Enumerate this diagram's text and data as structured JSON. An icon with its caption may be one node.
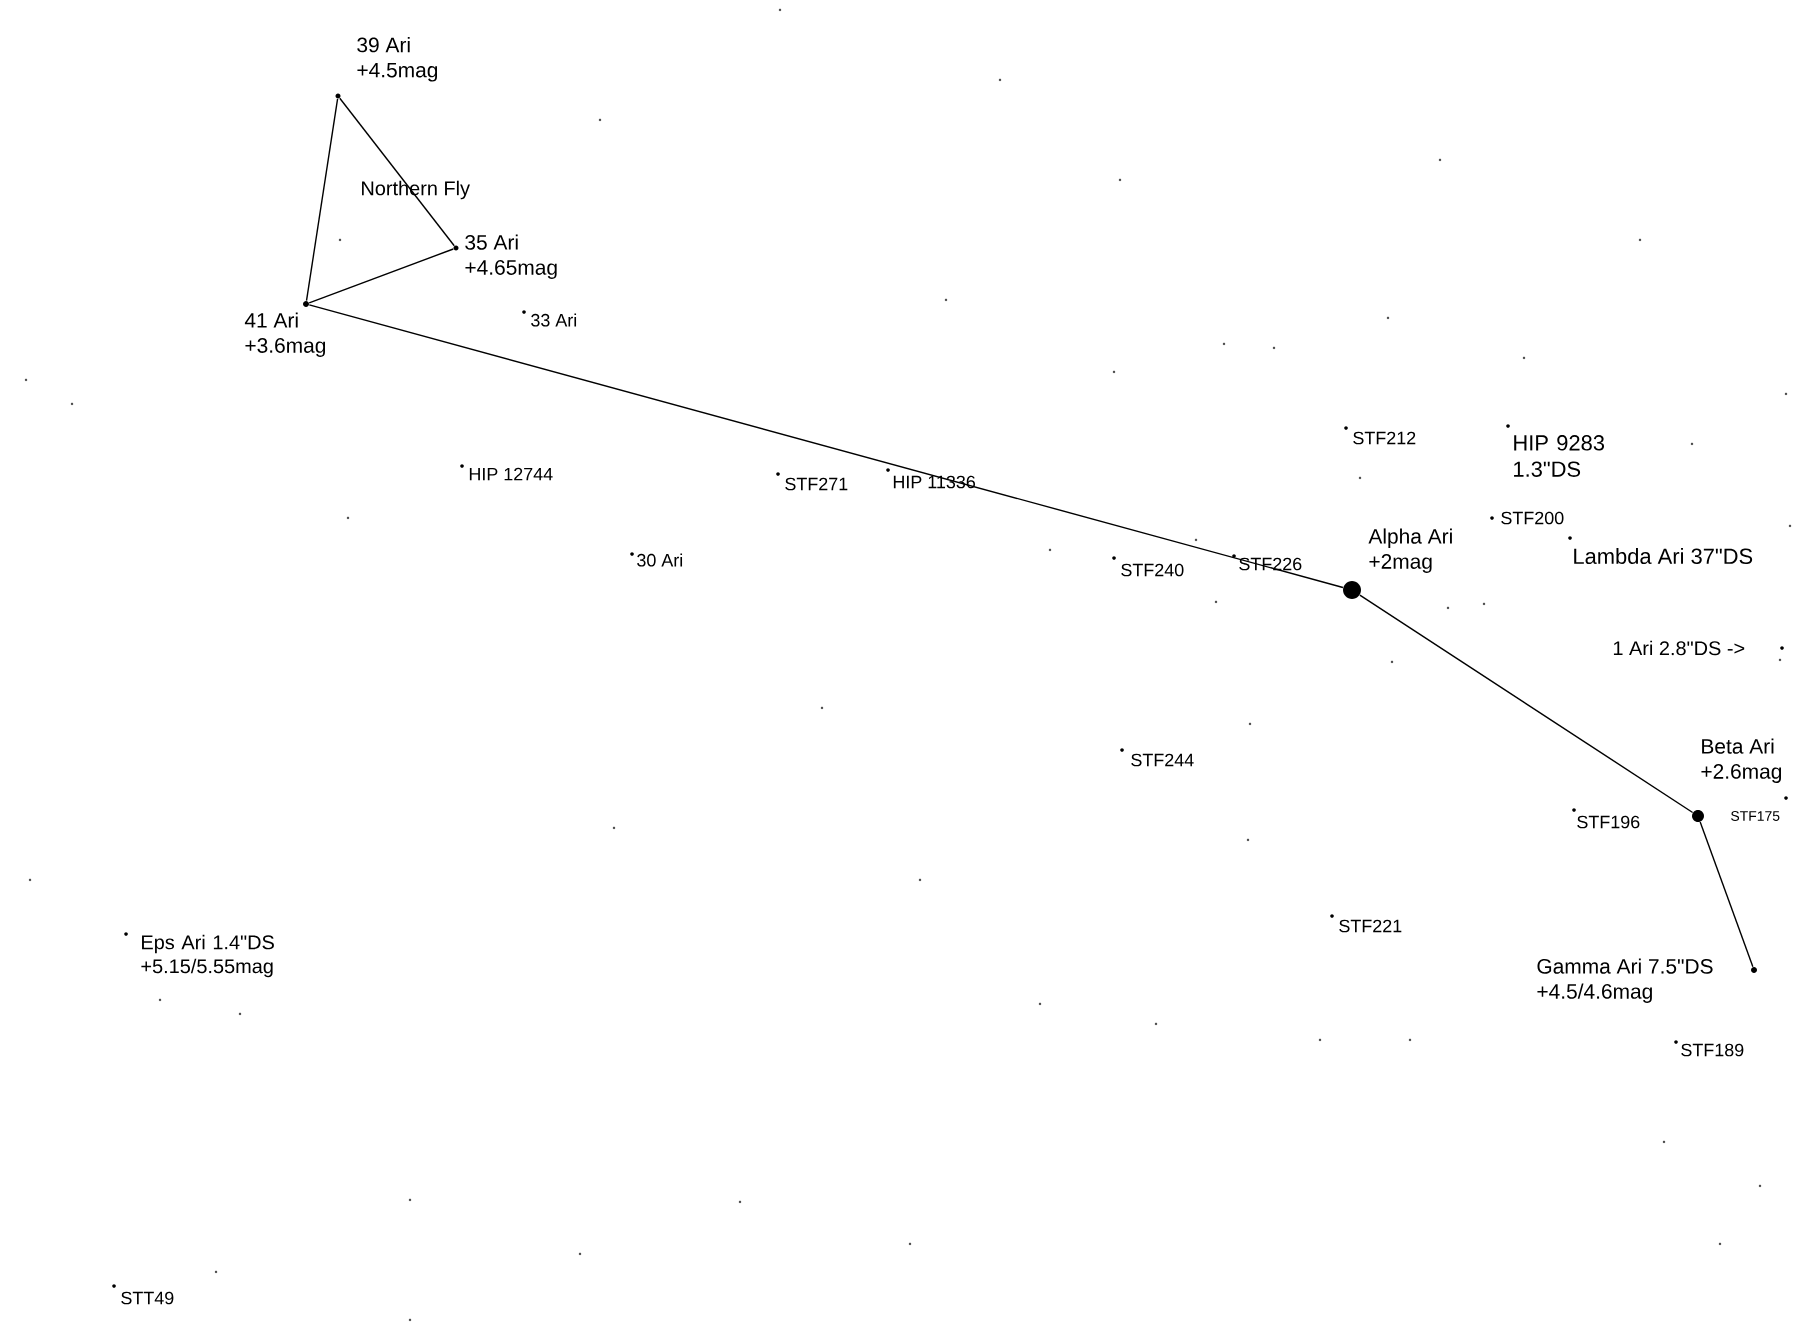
{
  "diagram": {
    "nodes": [
      {
        "text": [],
        "shape": "circle",
        "beside": [
          "39 Ari",
          "+4.5mag"
        ]
      },
      {
        "text": [],
        "shape": "circle",
        "beside": [
          "35 Ari",
          "+4.65mag"
        ]
      },
      {
        "text": [],
        "shape": "circle",
        "beside": [
          "41 Ari",
          "+3.6mag"
        ]
      },
      {
        "text": [],
        "shape": "circle",
        "beside": [
          "Alpha Ari",
          "+2mag"
        ]
      },
      {
        "text": [],
        "shape": "circle",
        "beside": [
          "Beta Ari",
          "+2.6mag"
        ]
      },
      {
        "text": [],
        "shape": "circle",
        "beside": [
          "Gamma Ari 7.5\"DS",
          "+4.5/4.6mag"
        ]
      }
    ],
    "edges": [
      {
        "from": 0,
        "to": 1,
        "arrow": "none"
      },
      {
        "from": 1,
        "to": 2,
        "arrow": "none"
      },
      {
        "from": 2,
        "to": 0,
        "arrow": "none"
      },
      {
        "from": 2,
        "to": 3,
        "arrow": "none"
      },
      {
        "from": 3,
        "to": 4,
        "arrow": "none"
      },
      {
        "from": 4,
        "to": 5,
        "arrow": "none"
      }
    ],
    "labels": [
      "Northern Fly",
      "33 Ari",
      "STF212",
      "HIP 9283 1.3\"DS",
      "HIP 12744",
      "STF271",
      "HIP 11336",
      "STF200",
      "Lambda Ari 37\"DS",
      "30 Ari",
      "STF226",
      "STF240",
      "1 Ari 2.8\"DS ->",
      "STF244",
      "STF175",
      "STF196",
      "STF221",
      "Eps Ari 1.4\"DS +5.15/5.55mag",
      "STF189",
      "STT49"
    ]
  }
}
